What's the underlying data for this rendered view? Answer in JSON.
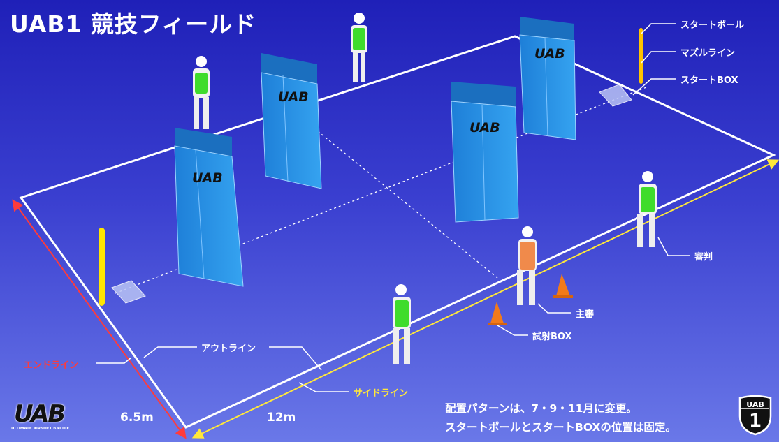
{
  "title": "UAB1 競技フィールド",
  "labels": {
    "start_pole": "スタートポール",
    "muzzle_line": "マズルライン",
    "start_box": "スタートBOX",
    "judge": "審判",
    "chief_judge": "主審",
    "test_box": "試射BOX",
    "outline": "アウトライン",
    "endline": "エンドライン",
    "sideline": "サイドライン"
  },
  "dimensions": {
    "width": "6.5m",
    "length": "12m"
  },
  "notes": [
    "配置パターンは、7・9・11月に変更。",
    "スタートポールとスタートBOXの位置は固定。"
  ],
  "barrier_logo": "UAB",
  "logo": {
    "text": "UAB",
    "tagline": "ULTIMATE AIRSOFT BATTLE"
  },
  "badge": {
    "top": "UAB",
    "number": "1"
  },
  "colors": {
    "background_top": "#1f20b8",
    "background_bottom": "#6a78e8",
    "barrier": "#2a8fe6",
    "vest_green": "#3fdc2c",
    "vest_orange": "#f08a4b",
    "cone": "#f27a1a",
    "pole": "#ffe600",
    "endline": "#ff3b3b",
    "sideline": "#ffe83a"
  }
}
